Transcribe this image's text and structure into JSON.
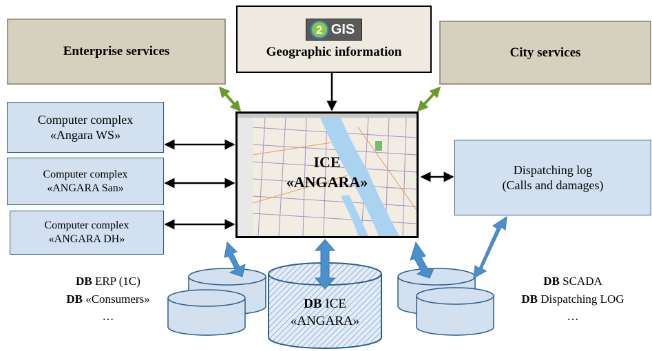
{
  "enterprise_services": "Enterprise services",
  "city_services": "City services",
  "geo": {
    "logo_number": "2",
    "logo_text": "GIS",
    "title": "Geographic information"
  },
  "complexes": [
    {
      "line1": "Computer complex",
      "line2": "«Angara WS»"
    },
    {
      "line1": "Computer complex",
      "line2": "«ANGARA San»"
    },
    {
      "line1": "Computer complex",
      "line2": "«ANGARA DH»"
    }
  ],
  "ice": {
    "line1": "ICE",
    "line2": "«ANGARA»"
  },
  "dispatch": {
    "line1": "Dispatching log",
    "line2": "(Calls and damages)"
  },
  "db_left": [
    {
      "prefix": "DB",
      "text": " ERP (1C)"
    },
    {
      "prefix": "DB",
      "text": " «Consumers»"
    },
    {
      "prefix": "",
      "text": "…"
    }
  ],
  "db_center": {
    "prefix": "DB",
    "text": " ICE",
    "line2": "«ANGARA»"
  },
  "db_right": [
    {
      "prefix": "DB",
      "text": " SCADA"
    },
    {
      "prefix": "DB",
      "text": " Dispatching LOG"
    },
    {
      "prefix": "",
      "text": "…"
    }
  ],
  "colors": {
    "tan": "#d6d0be",
    "blue_fill": "#d3e0ef",
    "green_arrow": "#6a9a2a",
    "blue_arrow": "#4a90cc"
  }
}
